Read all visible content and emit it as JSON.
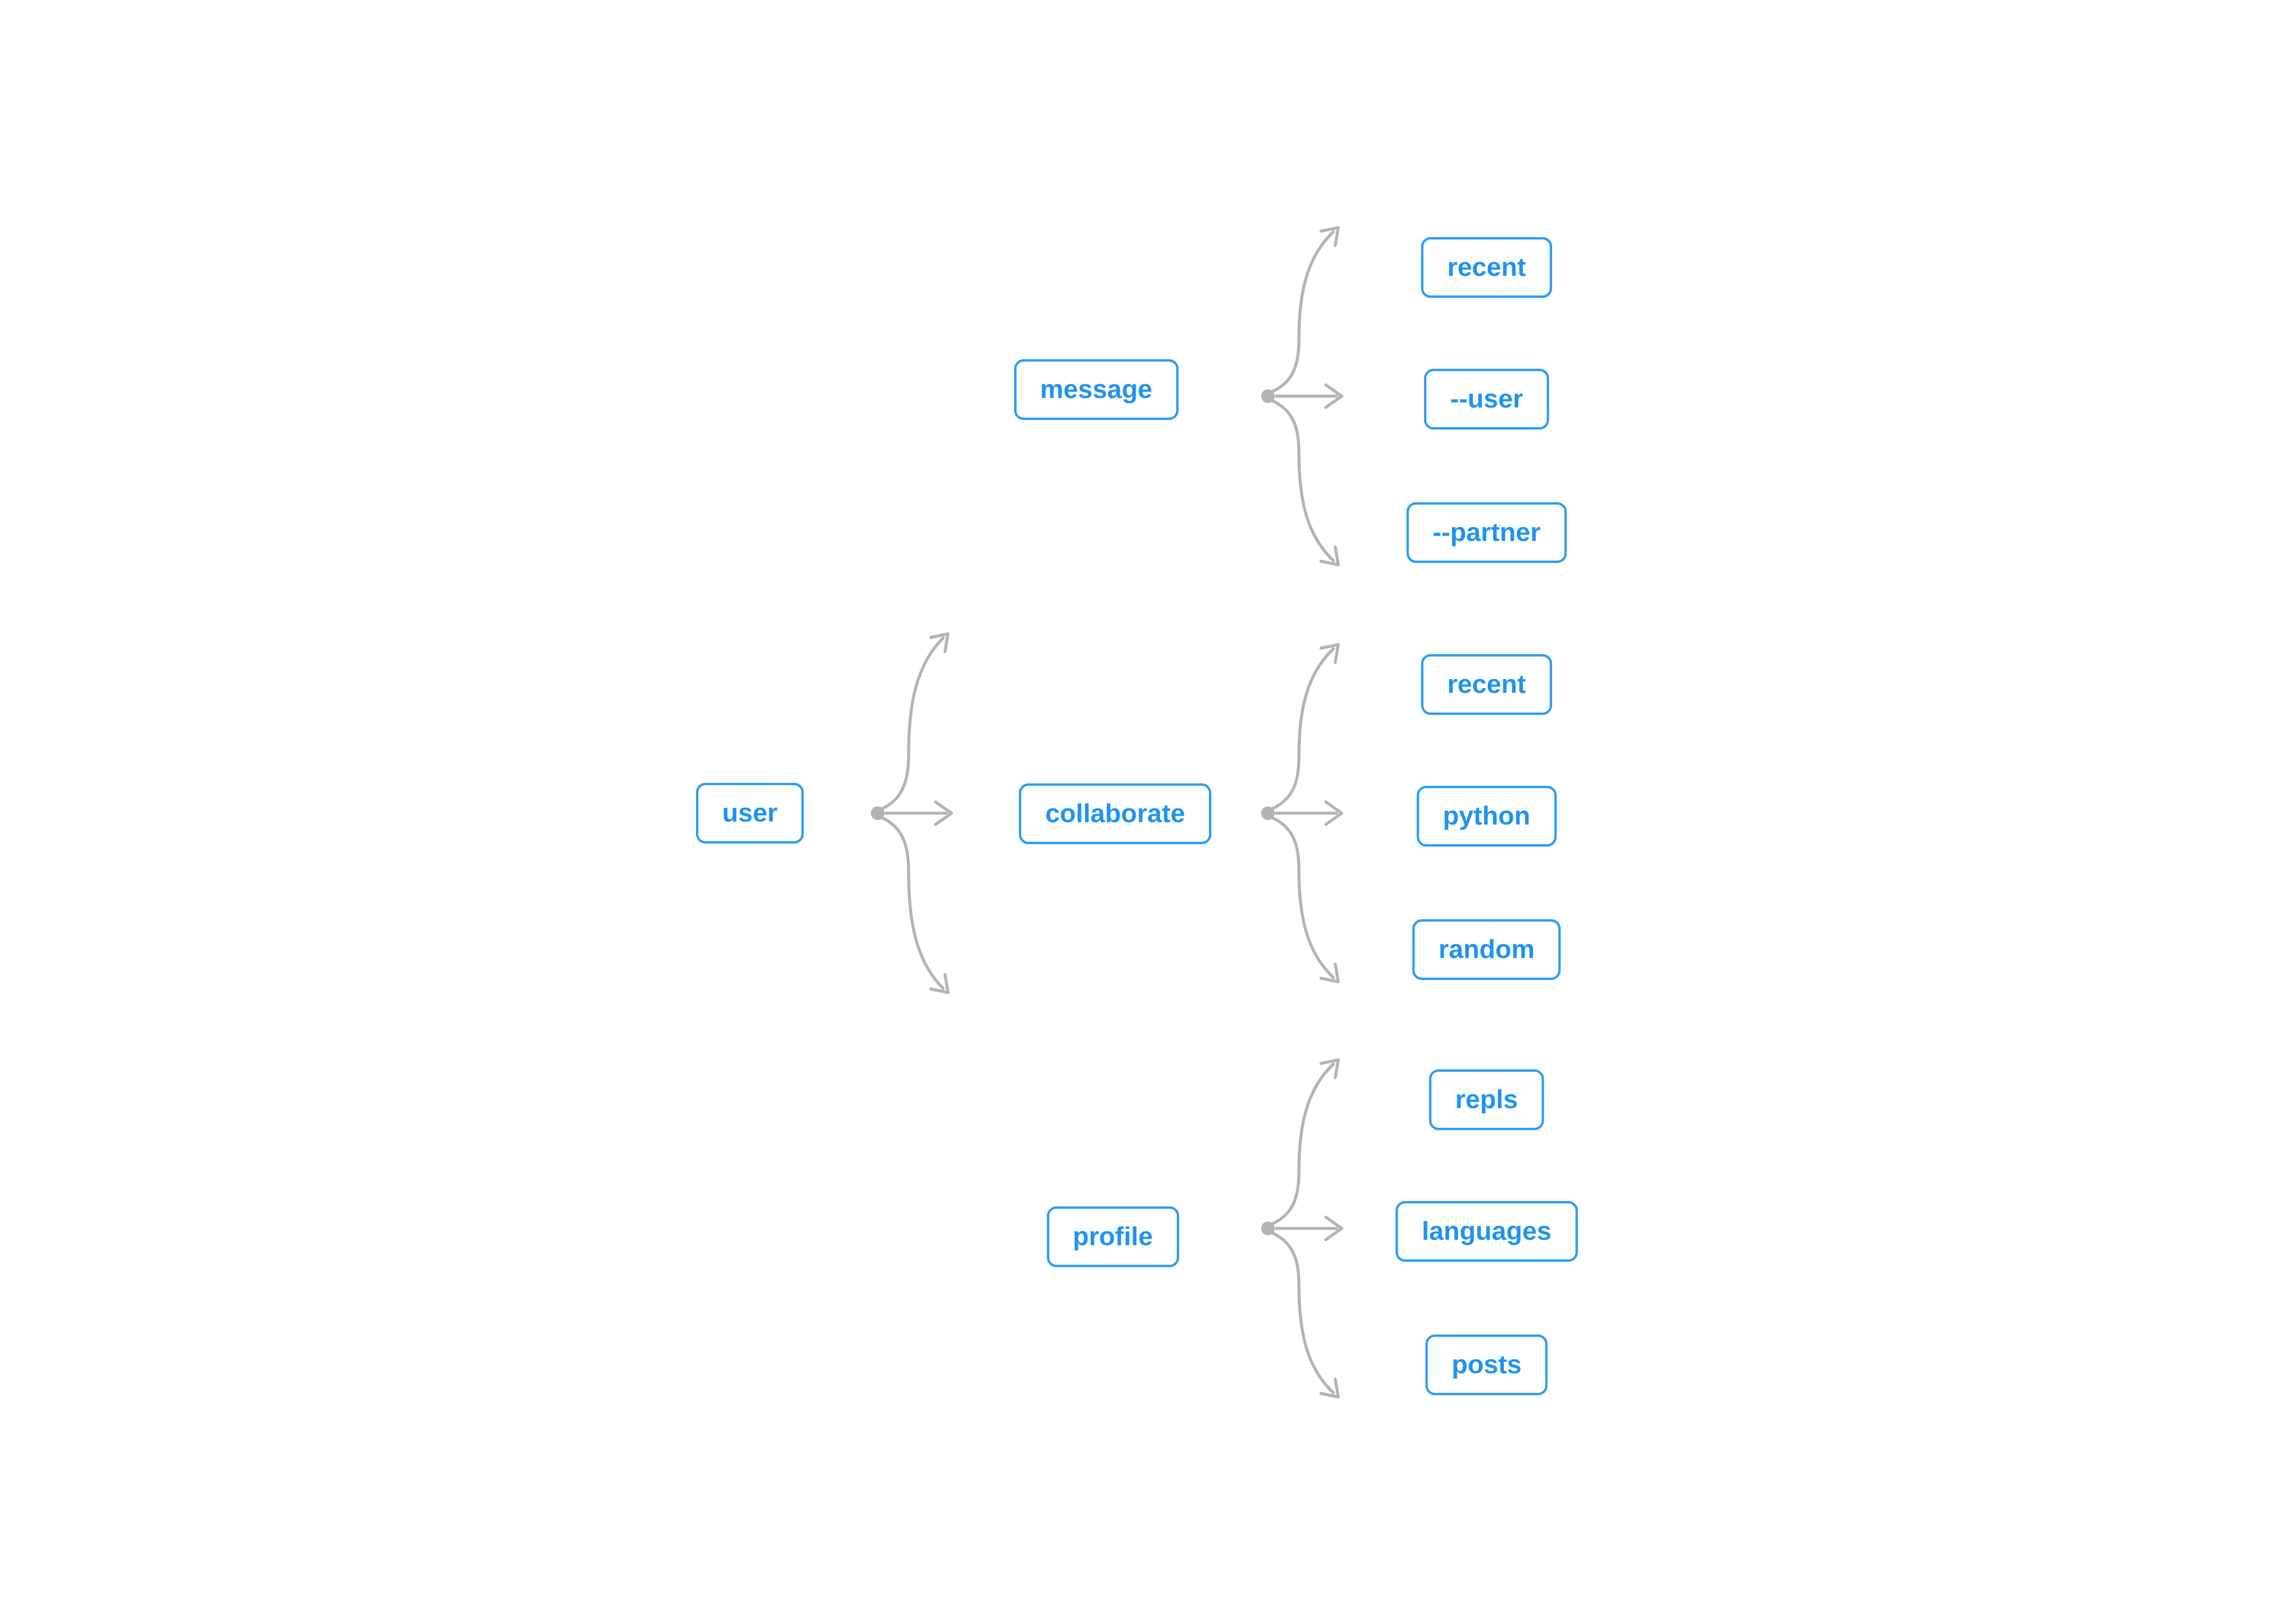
{
  "diagram": {
    "type": "command-tree",
    "background": "#ffffff",
    "colors": {
      "node_text": "#1E93F2",
      "node_border": "#2E9DF5",
      "node_fill": "#ffffff",
      "connector": "#B3B3B3"
    },
    "tree": {
      "root": {
        "label": "user"
      },
      "branches": [
        {
          "label": "message",
          "children": [
            {
              "label": "recent"
            },
            {
              "label": "--user"
            },
            {
              "label": "--partner"
            }
          ]
        },
        {
          "label": "collaborate",
          "children": [
            {
              "label": "recent"
            },
            {
              "label": "python"
            },
            {
              "label": "random"
            }
          ]
        },
        {
          "label": "profile",
          "children": [
            {
              "label": "repls"
            },
            {
              "label": "languages"
            },
            {
              "label": "posts"
            }
          ]
        }
      ]
    }
  }
}
